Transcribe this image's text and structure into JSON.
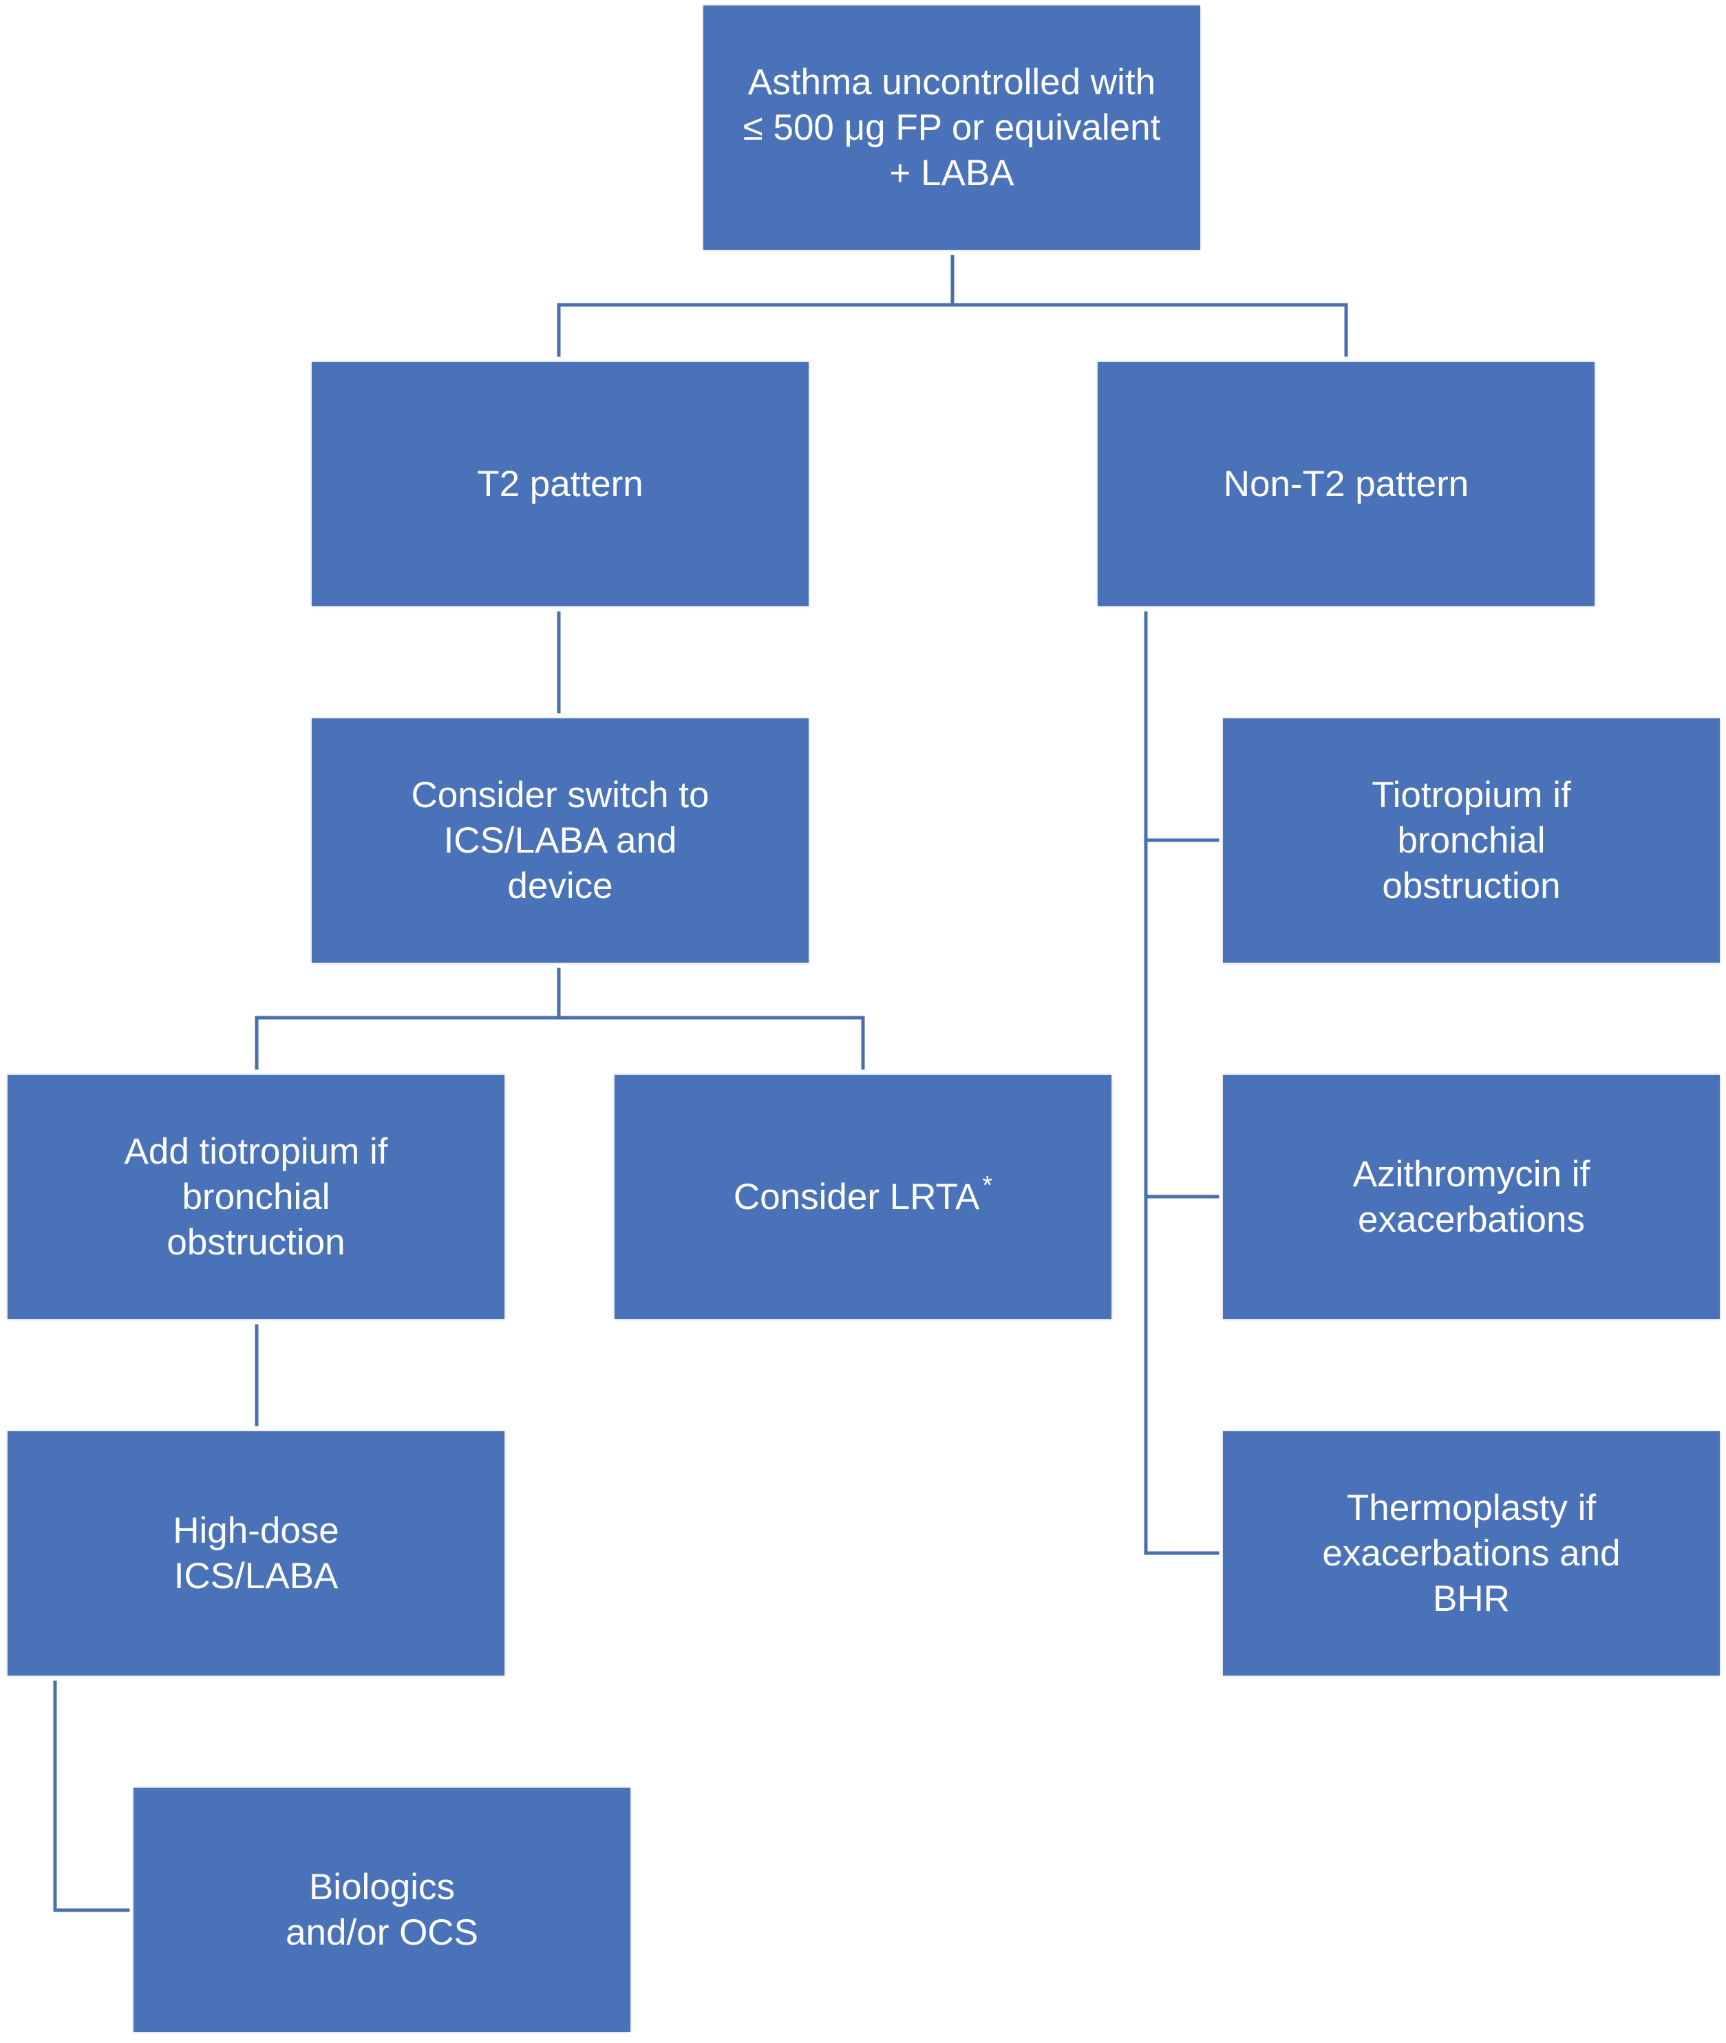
{
  "flowchart": {
    "colors": {
      "box_fill": "#4a72b8",
      "box_text": "#ffffff",
      "connector": "#4a6fae",
      "background": "#ffffff"
    },
    "nodes": {
      "top": "Asthma uncontrolled with\n≤ 500 μg FP or equivalent\n+ LABA",
      "t2_pattern": "T2 pattern",
      "non_t2_pattern": "Non-T2 pattern",
      "consider_switch": "Consider switch to\nICS/LABA and\ndevice",
      "tiotropium_right": "Tiotropium if\nbronchial\nobstruction",
      "add_tiotropium": "Add tiotropium if\nbronchial\nobstruction",
      "consider_lrta": "Consider LRTA",
      "consider_lrta_mark": "*",
      "azithromycin": "Azithromycin if\nexacerbations",
      "high_dose": "High-dose\nICS/LABA",
      "thermoplasty": "Thermoplasty if\nexacerbations and\nBHR",
      "biologics": "Biologics\nand/or OCS"
    }
  }
}
